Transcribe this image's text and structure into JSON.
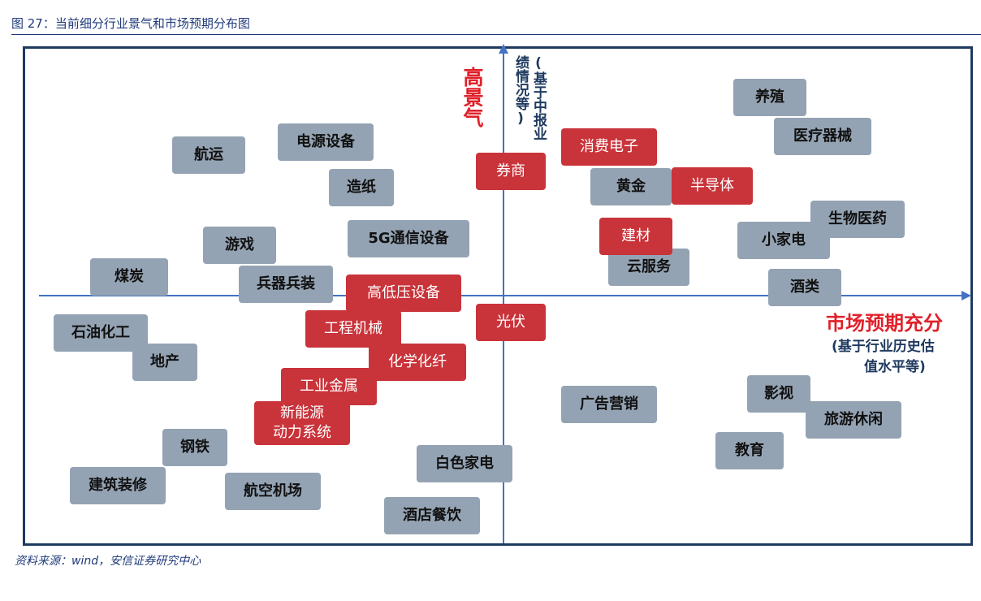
{
  "figure": {
    "title": "图 27：当前细分行业景气和市场预期分布图",
    "source": "资料来源：wind，安信证券研究中心"
  },
  "axes": {
    "y_label": "高景气",
    "y_note": "(基于中报业绩情况等)",
    "x_label": "市场预期充分",
    "x_note_line1": "(基于行业历史估",
    "x_note_line2": "值水平等)"
  },
  "colors": {
    "gray_tag": "#94a3b3",
    "red_tag": "#c9333a",
    "axis": "#4472c4",
    "accent_red": "#e0202a"
  },
  "tags": {
    "yangzhi": "养殖",
    "yiliao": "医疗器械",
    "xiaofei": "消费电子",
    "huangjin": "黄金",
    "bandaoti": "半导体",
    "quanshang": "券商",
    "jiancai": "建材",
    "yunfuwu": "云服务",
    "shengwu": "生物医药",
    "xiaojiadian": "小家电",
    "jiulei": "酒类",
    "hangyun": "航运",
    "dianyuan": "电源设备",
    "zaozhi": "造纸",
    "tongxin": "5G通信设备",
    "youxi": "游戏",
    "meitan": "煤炭",
    "bingqi": "兵器兵装",
    "gaodiya": "高低压设备",
    "guangfu": "光伏",
    "shiyou": "石油化工",
    "gongcheng": "工程机械",
    "dichan": "地产",
    "huaxue": "化学化纤",
    "gongye": "工业金属",
    "xinnengyuan": "新能源\n动力系统",
    "guanggao": "广告营销",
    "yingshi": "影视",
    "lvyou": "旅游休闲",
    "jiaoyu": "教育",
    "gangtie": "钢铁",
    "jianzhu": "建筑装修",
    "hangkong": "航空机场",
    "baise": "白色家电",
    "jiudian": "酒店餐饮"
  }
}
